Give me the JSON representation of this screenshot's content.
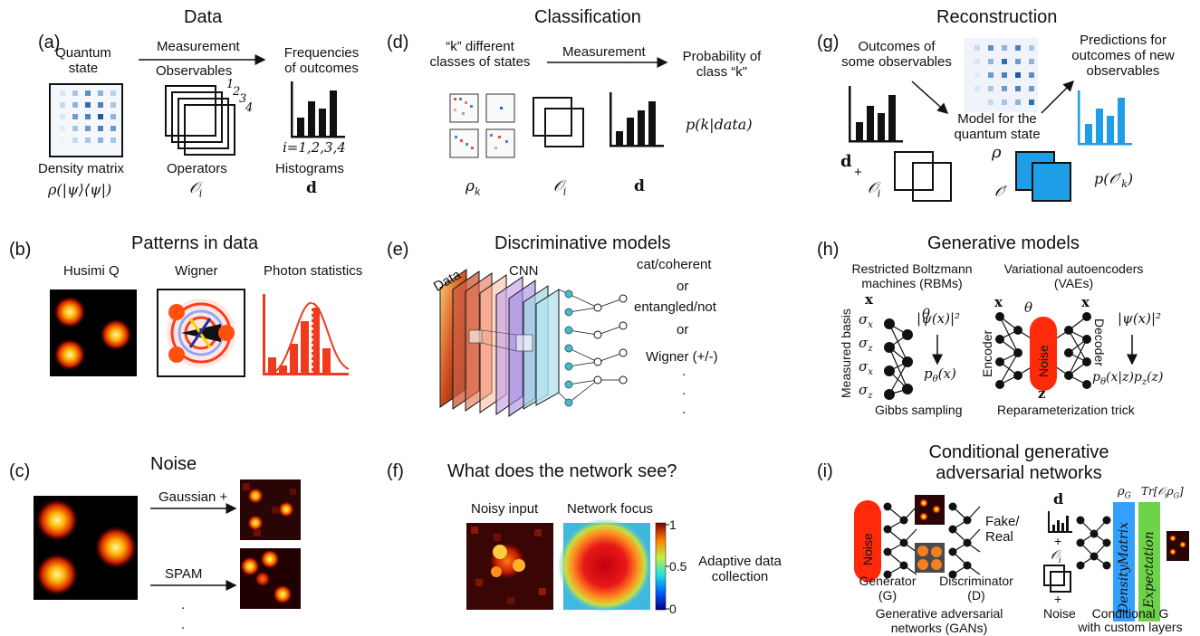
{
  "panel_a": {
    "letter": "(a)",
    "title": "Data",
    "quantum_state": "Quantum\nstate",
    "measurement": "Measurement",
    "observables": "Observables",
    "frequencies": "Frequencies\nof outcomes",
    "obs_numbers": [
      "1",
      "2",
      "3",
      "4"
    ],
    "index_eq": "i=1,2,3,4",
    "density_matrix": "Density matrix",
    "rho_expr": "ρ(|ψ⟩⟨ψ|)",
    "operators": "Operators",
    "op_symbol": "𝒪",
    "op_sub": "i",
    "histograms": "Histograms",
    "d": "d"
  },
  "panel_b": {
    "letter": "(b)",
    "title": "Patterns in data",
    "husimi": "Husimi Q",
    "wigner": "Wigner",
    "photon": "Photon statistics"
  },
  "panel_c": {
    "letter": "(c)",
    "title": "Noise",
    "gaussian": "Gaussian +",
    "spam": "SPAM",
    "dots": "."
  },
  "panel_d": {
    "letter": "(d)",
    "title": "Classification",
    "classes": "“k” different\nclasses of states",
    "measurement": "Measurement",
    "probability": "Probability of\nclass “k\"",
    "p_expr": "p(k|data)",
    "rho_k": "ρ",
    "rho_sub": "k",
    "op_symbol": "𝒪",
    "op_sub": "i",
    "d": "d"
  },
  "panel_e": {
    "letter": "(e)",
    "title": "Discriminative models",
    "data": "Data",
    "cnn": "CNN",
    "opt1": "cat/coherent",
    "or1": "or",
    "opt2": "entangled/not",
    "or2": "or",
    "opt3": "Wigner (+/-)",
    "dots": "."
  },
  "panel_f": {
    "letter": "(f)",
    "title": "What does the network see?",
    "noisy": "Noisy input",
    "focus": "Network focus",
    "ticks": [
      "1",
      "0.5",
      "0"
    ],
    "adaptive": "Adaptive data\ncollection"
  },
  "panel_g": {
    "letter": "(g)",
    "title": "Reconstruction",
    "outcomes": "Outcomes of\nsome observables",
    "predictions": "Predictions for\noutcomes of new\nobservables",
    "model": "Model for the\nquantum state",
    "d": "d",
    "plus": "+",
    "rho": "ρ",
    "op_symbol": "𝒪",
    "op_sub": "i",
    "op_prime": "𝒪′",
    "p_expr": "p(𝒪′",
    "p_sub": "k",
    "p_close": ")"
  },
  "panel_h": {
    "letter": "(h)",
    "title": "Generative models",
    "rbm": "Restricted Boltzmann\nmachines (RBMs)",
    "vae": "Variational autoencoders\n(VAEs)",
    "x": "x",
    "theta": "θ",
    "sigmas": [
      "σ",
      "σ",
      "σ",
      "σ"
    ],
    "sigma_subs": [
      "x",
      "z",
      "x",
      "z"
    ],
    "measured_basis": "Measured basis",
    "psi_sq": "|ψ(x)|²",
    "p_theta": "p",
    "p_theta_sub": "θ",
    "p_theta_arg": "(x)",
    "gibbs": "Gibbs sampling",
    "encoder": "Encoder",
    "decoder": "Decoder",
    "noise": "Noise",
    "z": "z",
    "vae_p": "p",
    "vae_p_sub": "θ",
    "vae_p_arg": "(x|z)p",
    "vae_pz_sub": "z",
    "vae_pz_arg": "(z)",
    "reparam": "Reparameterization trick"
  },
  "panel_i": {
    "letter": "(i)",
    "title": "Conditional generative\nadversarial networks",
    "noise": "Noise",
    "fake_real": "Fake/\nReal",
    "generator": "Generator\n(G)",
    "discriminator": "Discriminator\n(D)",
    "gans": "Generative adversarial\nnetworks (GANs)",
    "rho_g": "ρ",
    "rho_g_sub": "G",
    "tr": "Tr[𝒪",
    "tr_sub1": "i",
    "tr_mid": "ρ",
    "tr_sub2": "G",
    "tr_end": "]",
    "d": "d",
    "plus1": "+",
    "op_symbol": "𝒪",
    "op_sub": "i",
    "plus2": "+",
    "noise2": "Noise",
    "density_layer": "DensityMatrix",
    "expectation_layer": "Expectation",
    "cond_g": "Conditional G\nwith custom layers"
  },
  "colors": {
    "blue_layer": "#33a0ff",
    "green_layer": "#6fd34a",
    "red": "#f03a1e",
    "cyan": "#1e9ee6",
    "noise_red": "#ff2a0a"
  }
}
